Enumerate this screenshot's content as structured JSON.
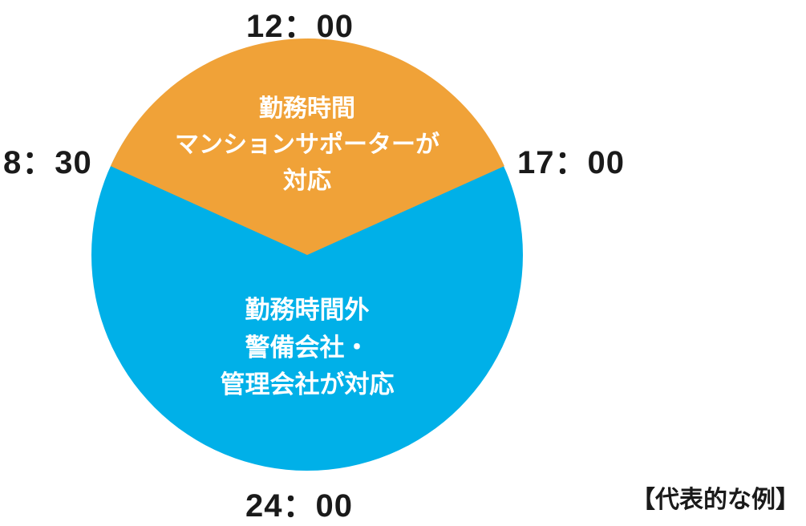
{
  "colors": {
    "work_hours": "#F0A238",
    "off_hours": "#00B0E8",
    "text_on_segment": "#FFFFFF",
    "label": "#1A1A1A"
  },
  "time_labels": {
    "top": "12：00",
    "left": "8：30",
    "right": "17：00",
    "bottom": "24：00"
  },
  "segments": {
    "work_hours": {
      "lines": [
        "勤務時間",
        "マンションサポーターが",
        "対応"
      ]
    },
    "off_hours": {
      "lines": [
        "勤務時間外",
        "警備会社・",
        "管理会社が対応"
      ]
    }
  },
  "note": "【代表的な例】"
}
